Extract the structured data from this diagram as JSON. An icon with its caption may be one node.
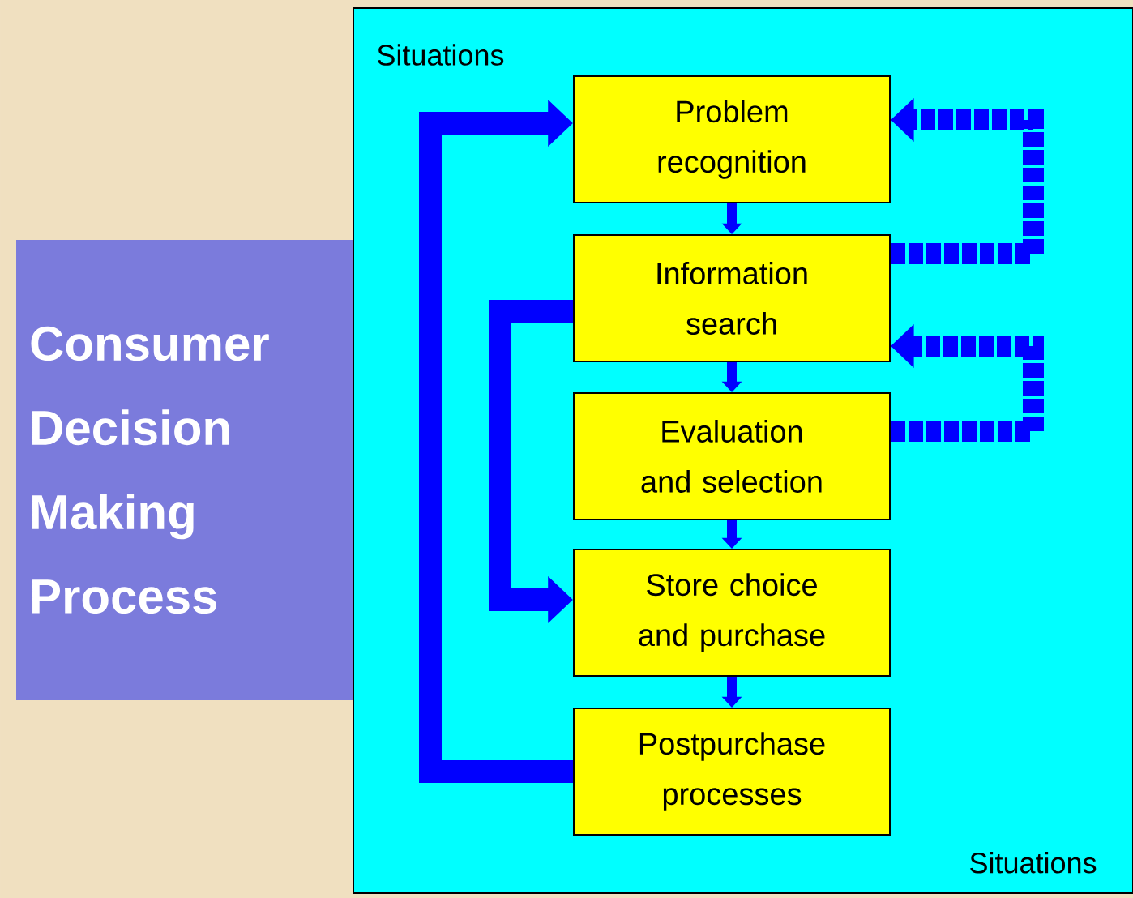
{
  "diagram": {
    "nodes": [
      {
        "text": [
          "Consumer Decision Making Process"
        ]
      },
      {
        "text": [
          "Situations",
          "Situations"
        ]
      },
      {
        "text": [
          "Problem recognition"
        ],
        "in": 1
      },
      {
        "text": [
          "Information search"
        ],
        "in": 1
      },
      {
        "text": [
          "Evaluation and selection"
        ],
        "in": 1
      },
      {
        "text": [
          "Store choice and purchase"
        ],
        "in": 1
      },
      {
        "text": [
          "Postpurchase processes"
        ],
        "in": 1
      }
    ],
    "edges": [
      {
        "from": 2,
        "to": 3,
        "arrow": "to"
      },
      {
        "from": 3,
        "to": 4,
        "arrow": "to"
      },
      {
        "from": 4,
        "to": 5,
        "arrow": "to"
      },
      {
        "from": 5,
        "to": 6,
        "arrow": "to"
      },
      {
        "from": 6,
        "to": 2,
        "arrow": "to",
        "style": "thick"
      },
      {
        "from": 3,
        "to": 5,
        "arrow": "to",
        "style": "thick"
      },
      {
        "from": 3,
        "to": 2,
        "arrow": "to",
        "style": "dashed"
      },
      {
        "from": 4,
        "to": 3,
        "arrow": "to",
        "style": "dashed"
      }
    ]
  }
}
